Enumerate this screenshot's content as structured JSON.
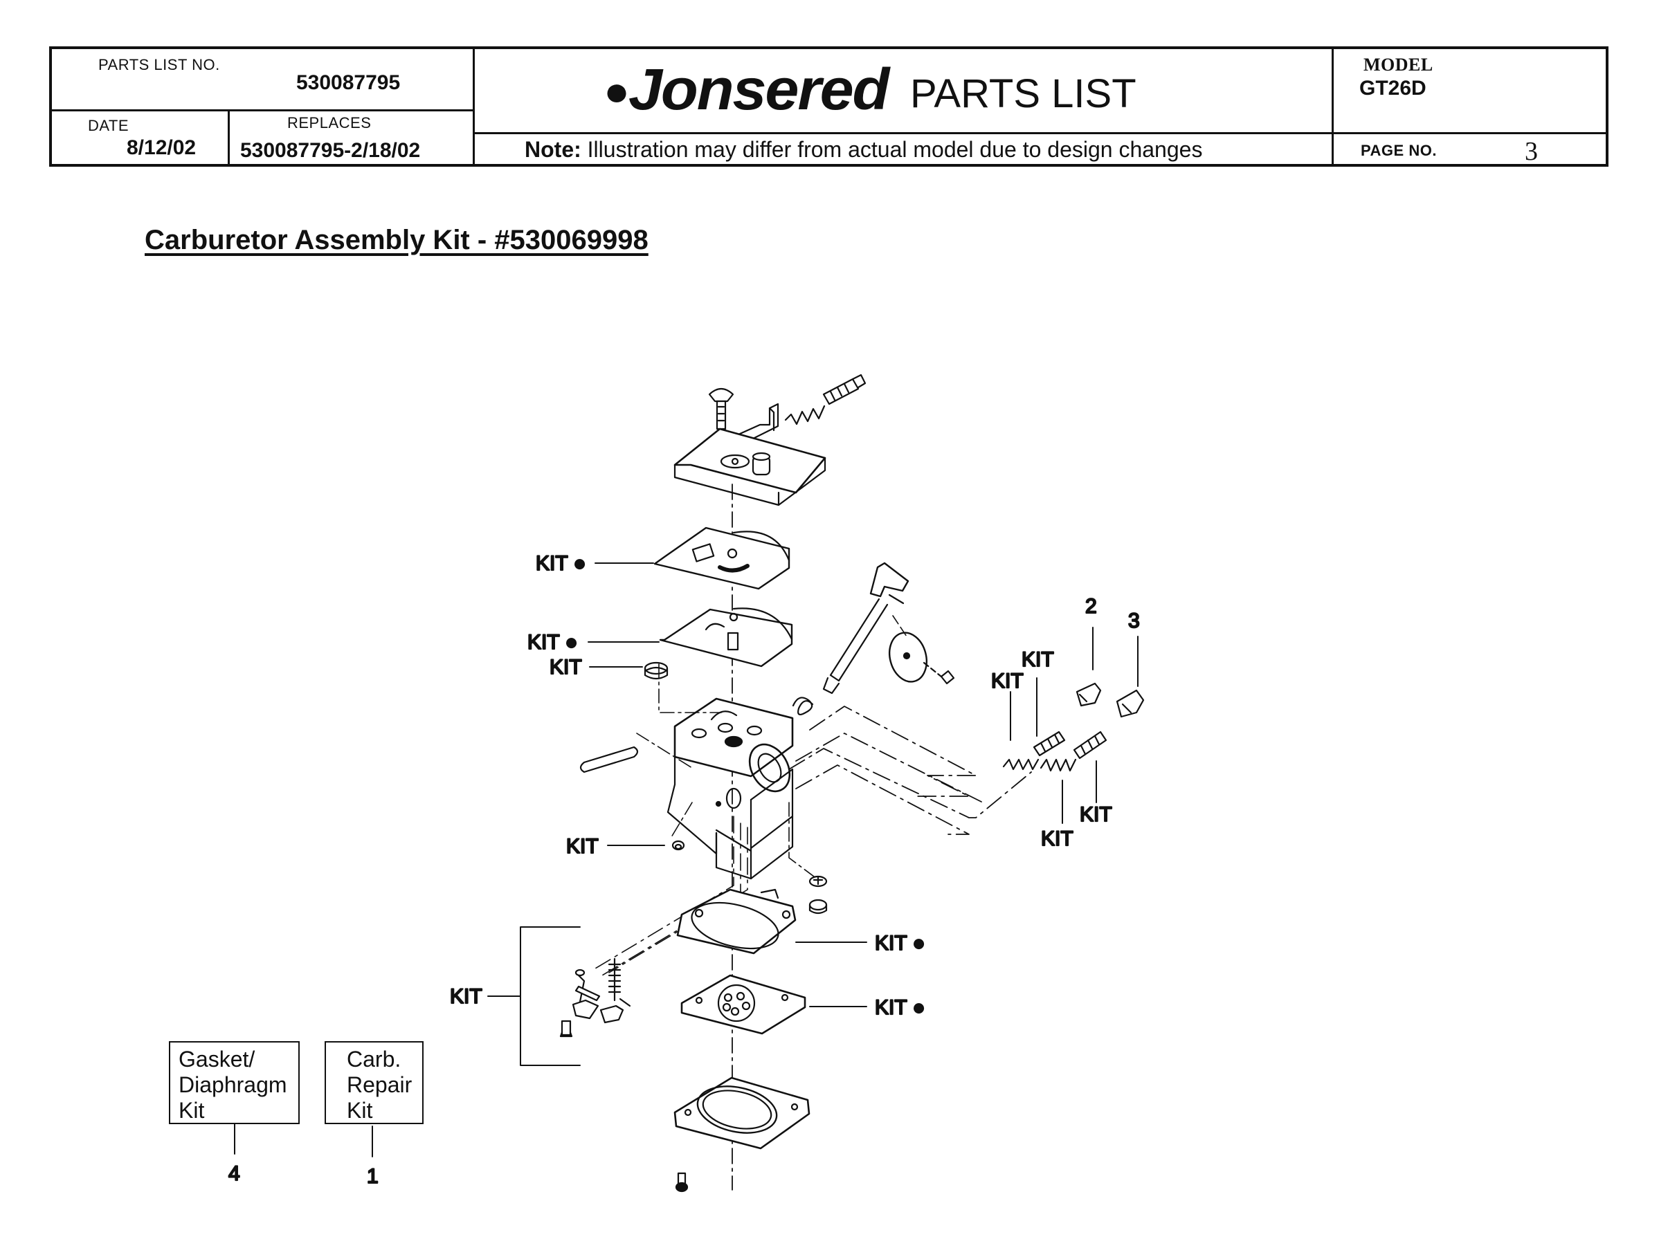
{
  "header": {
    "parts_list_no_label": "PARTS LIST NO.",
    "parts_list_no": "530087795",
    "date_label": "DATE",
    "date": "8/12/02",
    "replaces_label": "REPLACES",
    "replaces": "530087795-2/18/02",
    "brand": "Jonsered",
    "title": "PARTS LIST",
    "note_bold": "Note:",
    "note_text": " Illustration may differ from actual model due to design changes",
    "model_label": "MODEL",
    "model": "GT26D",
    "page_label": "PAGE   NO.",
    "page_no": "3"
  },
  "section_title": "Carburetor Assembly Kit - #530069998",
  "callouts": {
    "kit": "KIT",
    "kit_dot": "KIT ●",
    "num_1": "1",
    "num_2": "2",
    "num_3": "3",
    "num_4": "4"
  },
  "legend": {
    "gasket_kit": "Gasket/\nDiaphragm\nKit",
    "carb_kit": "Carb.\nRepair\nKit"
  }
}
